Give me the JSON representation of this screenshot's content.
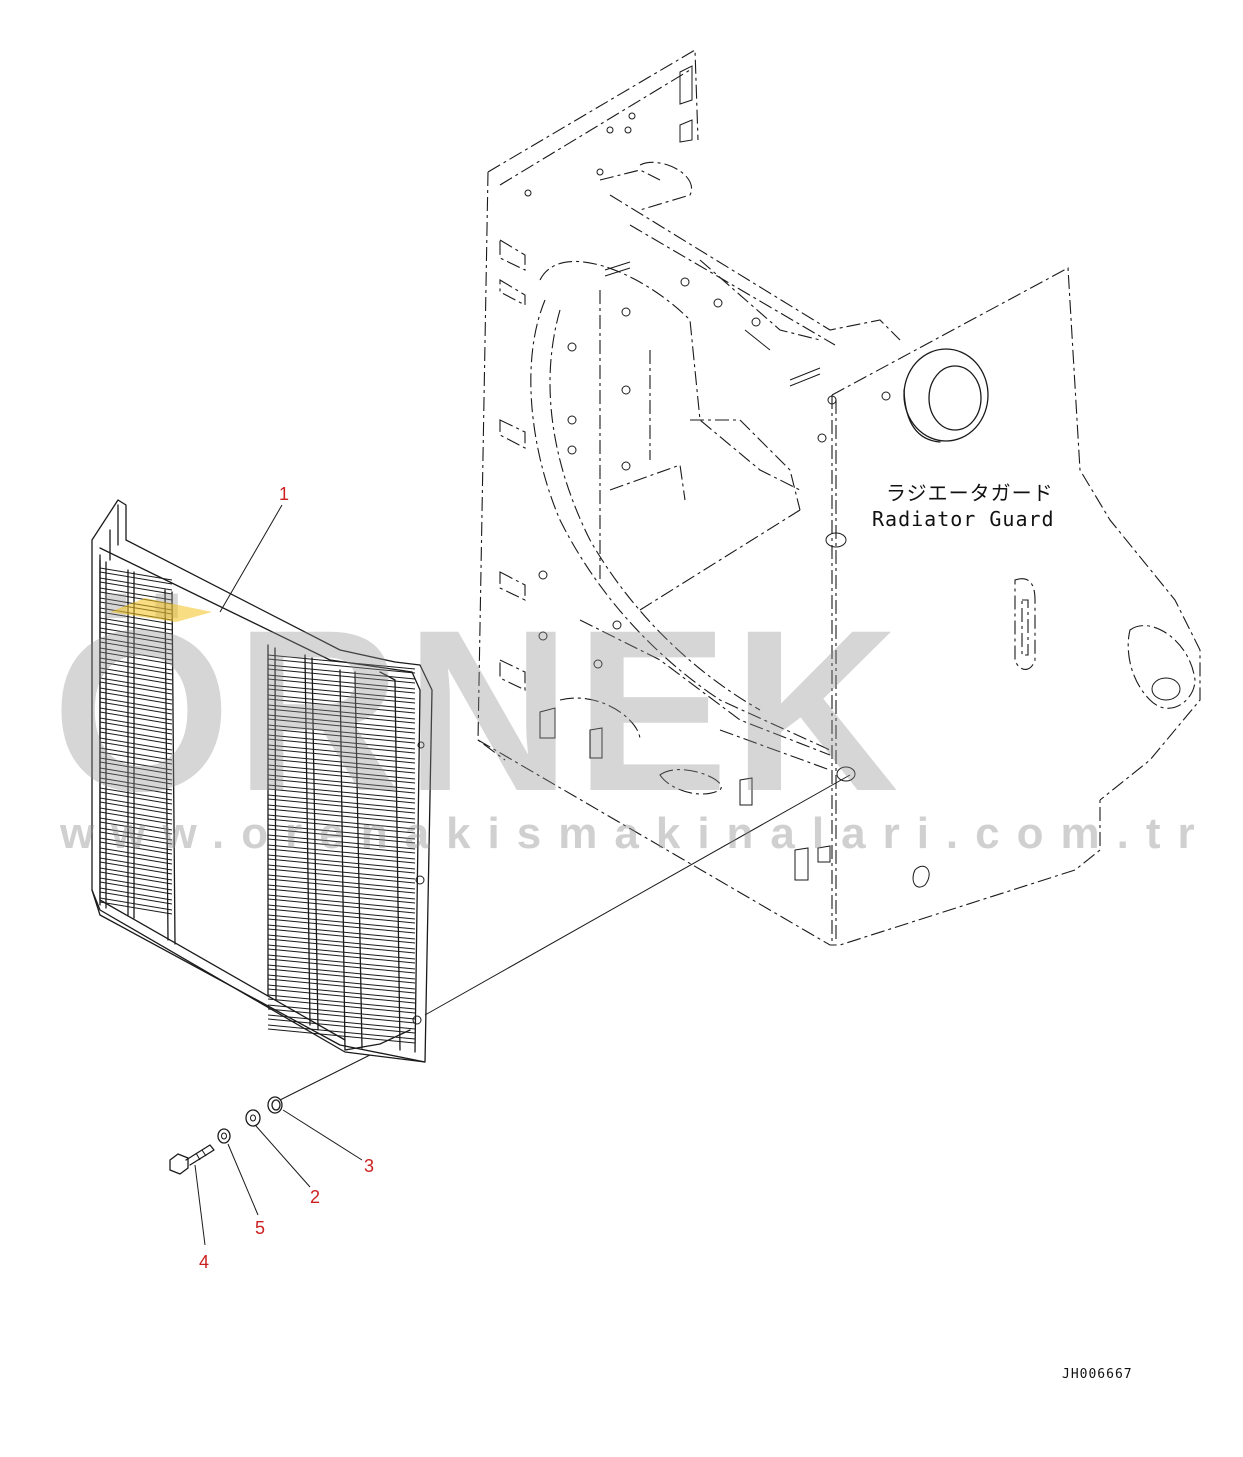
{
  "diagram": {
    "japanese_label": "ラジエータガード",
    "english_label": "Radiator Guard",
    "document_id": "JH006667",
    "callouts": [
      {
        "id": "1",
        "text": "1"
      },
      {
        "id": "2",
        "text": "2"
      },
      {
        "id": "3",
        "text": "3"
      },
      {
        "id": "4",
        "text": "4"
      },
      {
        "id": "5",
        "text": "5"
      }
    ],
    "callout_color": "#cc1f1f"
  },
  "watermark": {
    "brand": "ÖRNEK",
    "url": "www.orenakismakinalari.com.tr"
  }
}
